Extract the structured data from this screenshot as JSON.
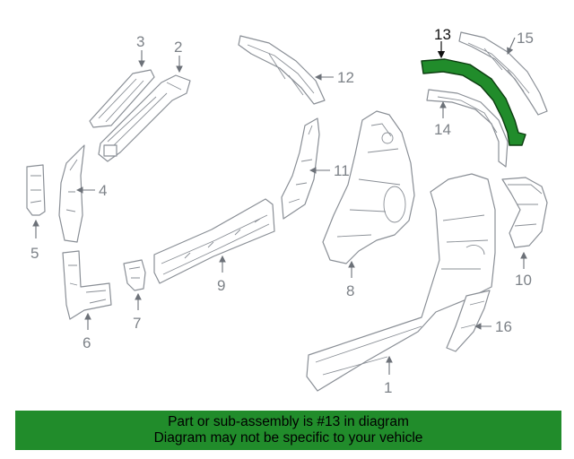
{
  "diagram": {
    "highlight_color": "#218c2b",
    "highlighted_part": "13",
    "callouts": [
      "1",
      "2",
      "3",
      "4",
      "5",
      "6",
      "7",
      "8",
      "9",
      "10",
      "11",
      "12",
      "13",
      "14",
      "15",
      "16"
    ]
  },
  "banner": {
    "line1": "Part or sub-assembly is #13 in diagram",
    "line2": "Diagram may not be specific to your vehicle",
    "background": "#218c2b"
  }
}
